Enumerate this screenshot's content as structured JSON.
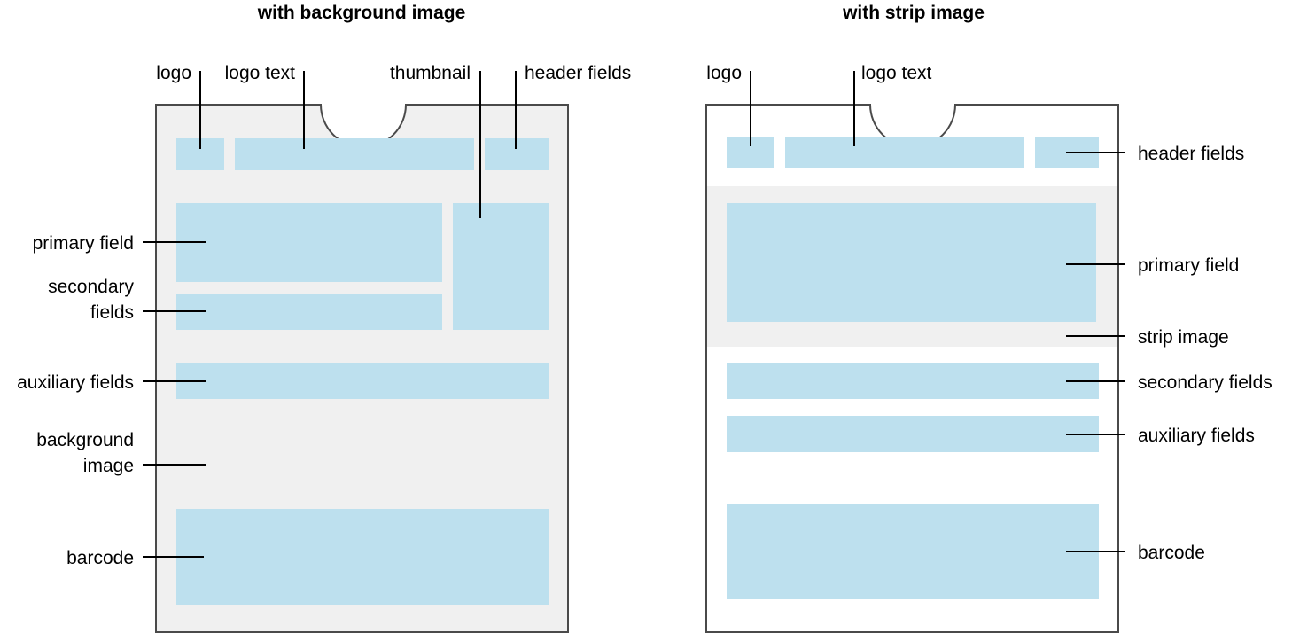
{
  "left": {
    "title": "with background image",
    "labels": {
      "logo": "logo",
      "logo_text": "logo text",
      "thumbnail": "thumbnail",
      "header_fields": "header fields",
      "primary_field": "primary field",
      "secondary_fields_1": "secondary",
      "secondary_fields_2": "fields",
      "auxiliary_fields": "auxiliary fields",
      "background_image_1": "background",
      "background_image_2": "image",
      "barcode": "barcode"
    }
  },
  "right": {
    "title": "with strip image",
    "labels": {
      "logo": "logo",
      "logo_text": "logo text",
      "header_fields": "header fields",
      "primary_field": "primary field",
      "strip_image": "strip image",
      "secondary_fields": "secondary fields",
      "auxiliary_fields": "auxiliary fields",
      "barcode": "barcode"
    }
  },
  "colors": {
    "field": "#bde0ee",
    "card_background": "#f0f0f0",
    "outline": "#4a4a4a"
  }
}
